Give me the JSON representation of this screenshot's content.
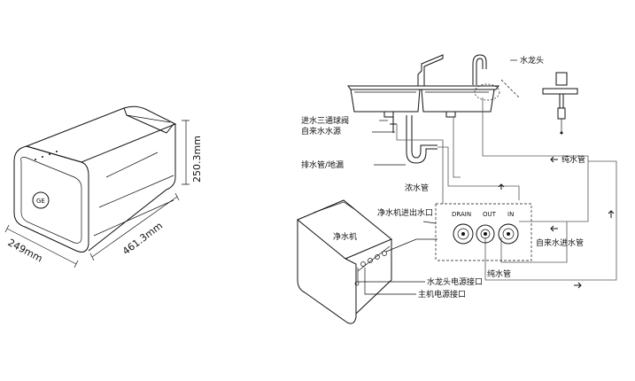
{
  "dimensions": {
    "height": "250.3mm",
    "length": "461.3mm",
    "width": "249mm"
  },
  "unit_label": "净水机",
  "port_labels": {
    "drain": "DRAIN",
    "out": "OUT",
    "in": "IN"
  },
  "labels": {
    "faucet": "水龙头",
    "inlet_valve": "进水三通球阀",
    "tap_source": "自来水水源",
    "drain_pipe": "排水管/地漏",
    "concentrate_pipe": "浓水管",
    "unit_ports": "净水机进出水口",
    "tap_inlet_pipe": "自来水进水管",
    "pure_pipe_bottom": "纯水管",
    "pure_pipe_right": "纯水管",
    "faucet_power": "水龙头电源接口",
    "main_power": "主机电源接口"
  },
  "colors": {
    "line": "#111111",
    "pipe": "#555555"
  }
}
